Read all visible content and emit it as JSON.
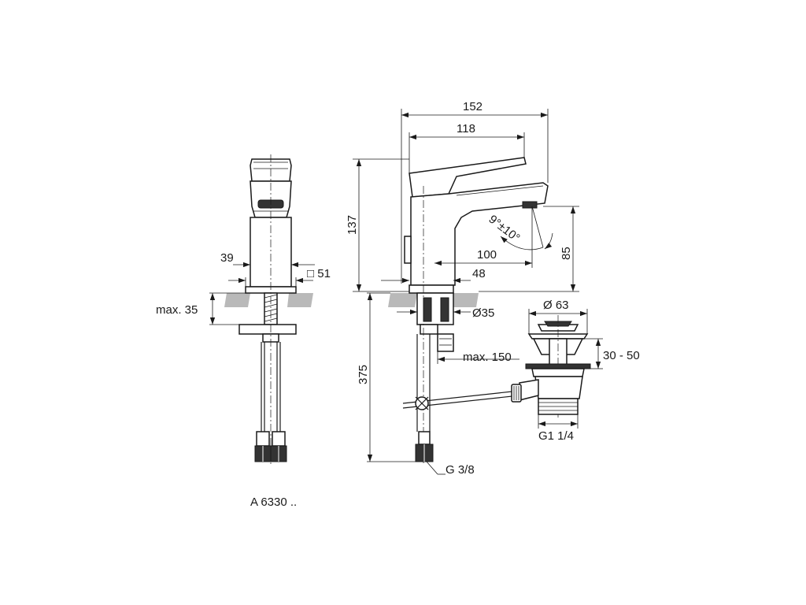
{
  "model_label": "A 6330 ..",
  "dimensions": {
    "width_152": "152",
    "width_118": "118",
    "height_137": "137",
    "angle": "9°±10°",
    "reach_100": "100",
    "height_85": "85",
    "base_48": "48",
    "side_39": "39",
    "side_51": "□ 51",
    "max_35": "max. 35",
    "diameter_35": "Ø35",
    "hose_375": "375",
    "max_150": "max. 150",
    "diameter_63": "Ø 63",
    "range_30_50": "30 - 50",
    "thread_g114": "G1 1/4",
    "thread_g38": "G 3/8"
  }
}
